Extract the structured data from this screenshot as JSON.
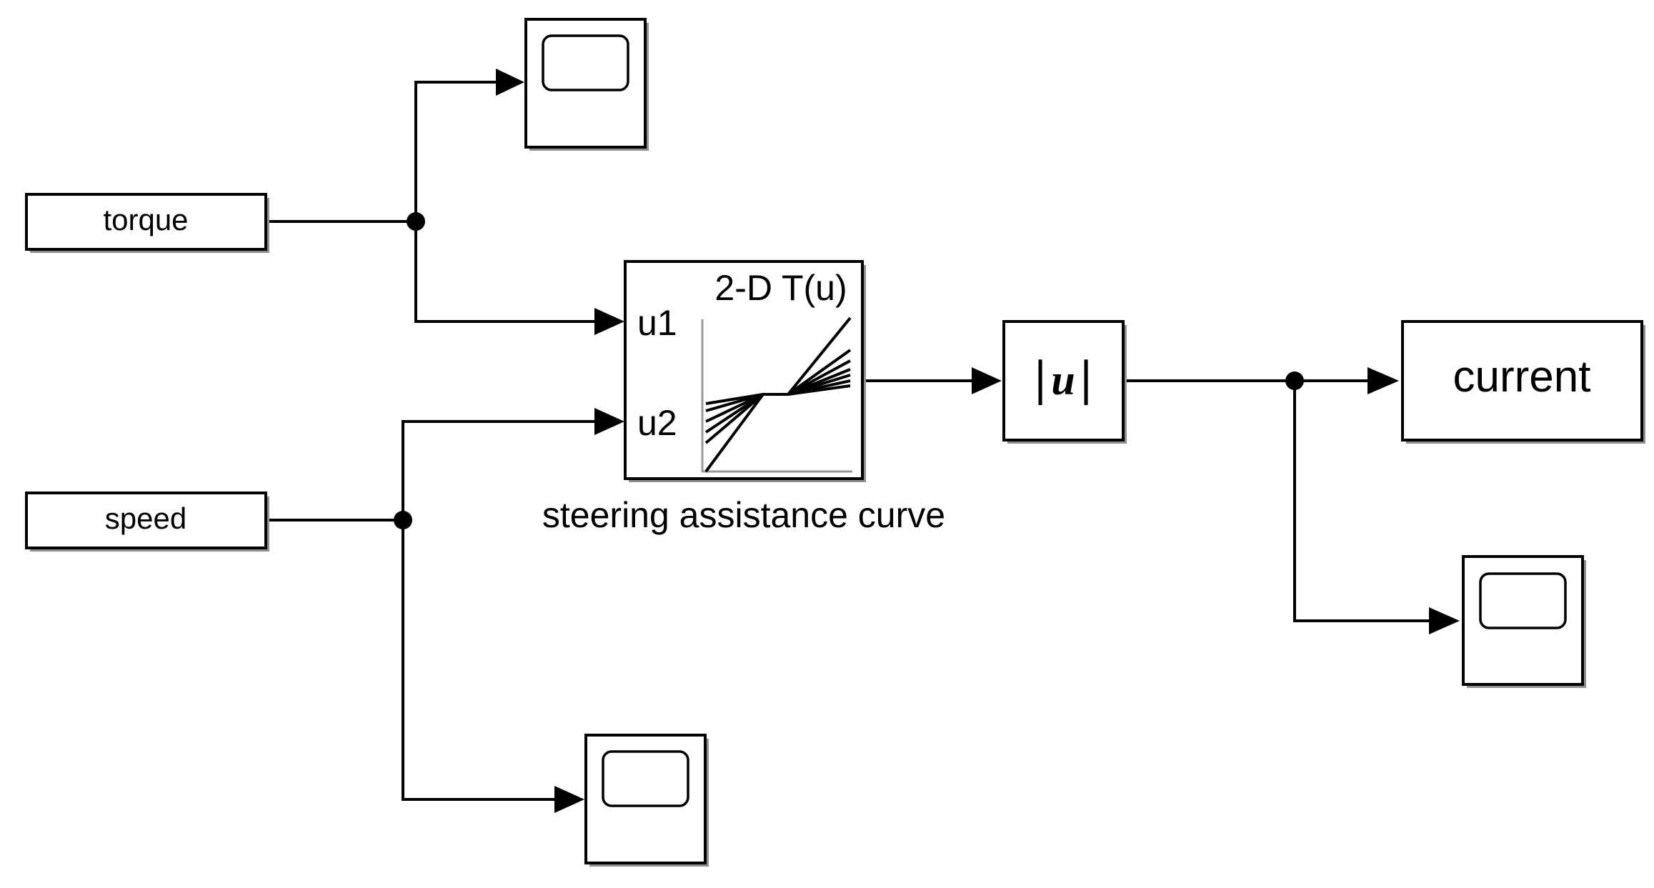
{
  "blocks": {
    "torque_input": {
      "label": "torque"
    },
    "speed_input": {
      "label": "speed"
    },
    "lookup_table": {
      "title": "2-D T(u)",
      "port1": "u1",
      "port2": "u2",
      "caption": "steering assistance curve"
    },
    "abs_block": {
      "bar_left": "|",
      "symbol": "u",
      "bar_right": "|"
    },
    "current_output": {
      "label": "current"
    }
  }
}
